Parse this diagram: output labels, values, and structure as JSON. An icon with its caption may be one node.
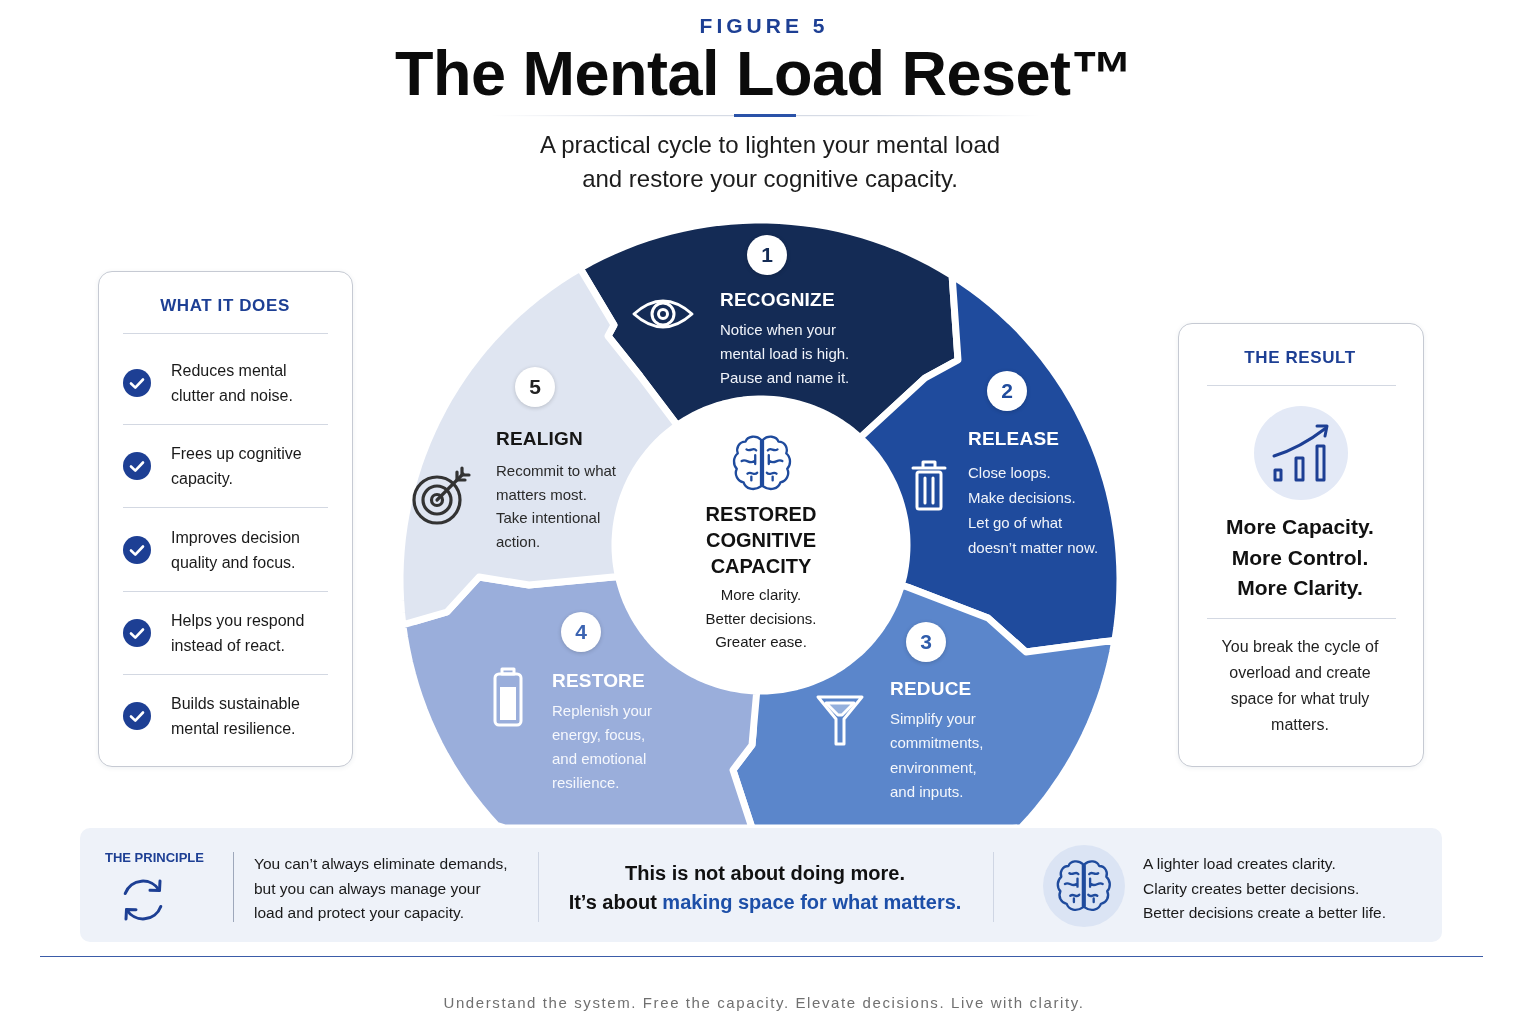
{
  "diagram": {
    "title": "The Mental Load Reset™",
    "nodes": [
      {
        "text": [
          "WHAT IT DOES",
          "Reduces mental clutter and noise.",
          "Frees up cognitive capacity.",
          "Improves decision quality and focus.",
          "Helps you respond instead of react.",
          "Builds sustainable mental resilience."
        ]
      },
      {
        "text": [
          "RECOGNIZE",
          "Notice when your mental load is high. Pause and name it."
        ]
      },
      {
        "text": [
          "1"
        ],
        "in": 1
      },
      {
        "text": [
          "RELEASE",
          "Close loops. Make decisions. Let go of what doesn’t matter now."
        ]
      },
      {
        "text": [
          "2"
        ],
        "in": 3
      },
      {
        "text": [
          "REDUCE",
          "Simplify your commitments, environment, and inputs."
        ]
      },
      {
        "text": [
          "3"
        ],
        "in": 5
      },
      {
        "text": [
          "RESTORE",
          "Replenish your energy, focus, and emotional resilience."
        ]
      },
      {
        "text": [
          "4"
        ],
        "in": 7
      },
      {
        "text": [
          "REALIGN",
          "Recommit to what matters most. Take intentional action."
        ]
      },
      {
        "text": [
          "5"
        ],
        "in": 9
      },
      {
        "text": [
          "RESTORED COGNITIVE CAPACITY",
          "More clarity. Better decisions. Greater ease."
        ]
      },
      {
        "text": [
          "THE RESULT",
          "More Capacity. More Control. More Clarity.",
          "You break the cycle of overload and create space for what truly matters."
        ]
      },
      {
        "text": [
          "THE PRINCIPLE",
          "You can’t always eliminate demands, but you can always manage your load and protect your capacity.",
          "This is not about doing more. It’s about **making space for what matters.**",
          "A lighter load creates clarity. Clarity creates better decisions. Better decisions create a better life."
        ]
      }
    ],
    "labels": [
      "FIGURE 5",
      "A practical cycle to lighten your mental load and restore your cognitive capacity.",
      "Understand the system. Free the capacity. Elevate decisions. Live with clarity."
    ]
  }
}
